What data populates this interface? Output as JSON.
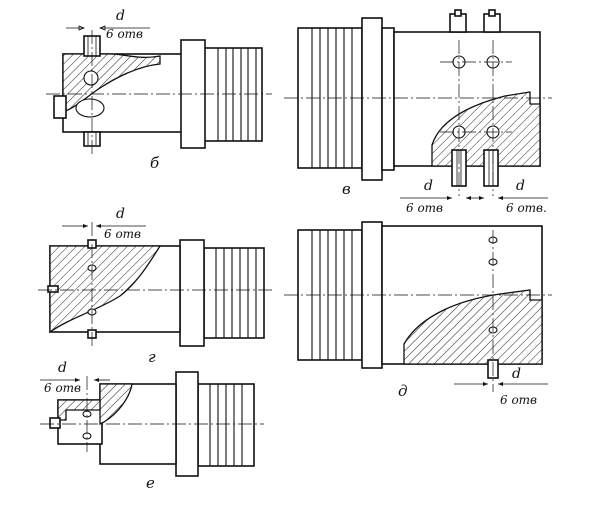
{
  "figure": {
    "views": [
      {
        "id": "b",
        "label": "б",
        "dim_symbol": "d",
        "dim_note": "6 отв"
      },
      {
        "id": "v",
        "label": "в",
        "dim_symbol_left": "d",
        "dim_note_left": "6 отв",
        "dim_symbol_right": "d",
        "dim_note_right": "6 отв."
      },
      {
        "id": "g",
        "label": "г",
        "dim_symbol": "d",
        "dim_note": "6 отв"
      },
      {
        "id": "d",
        "label": "д",
        "dim_symbol": "d",
        "dim_note": "6 отв"
      },
      {
        "id": "e",
        "label": "е",
        "dim_symbol": "d",
        "dim_note": "6 отв"
      }
    ]
  }
}
